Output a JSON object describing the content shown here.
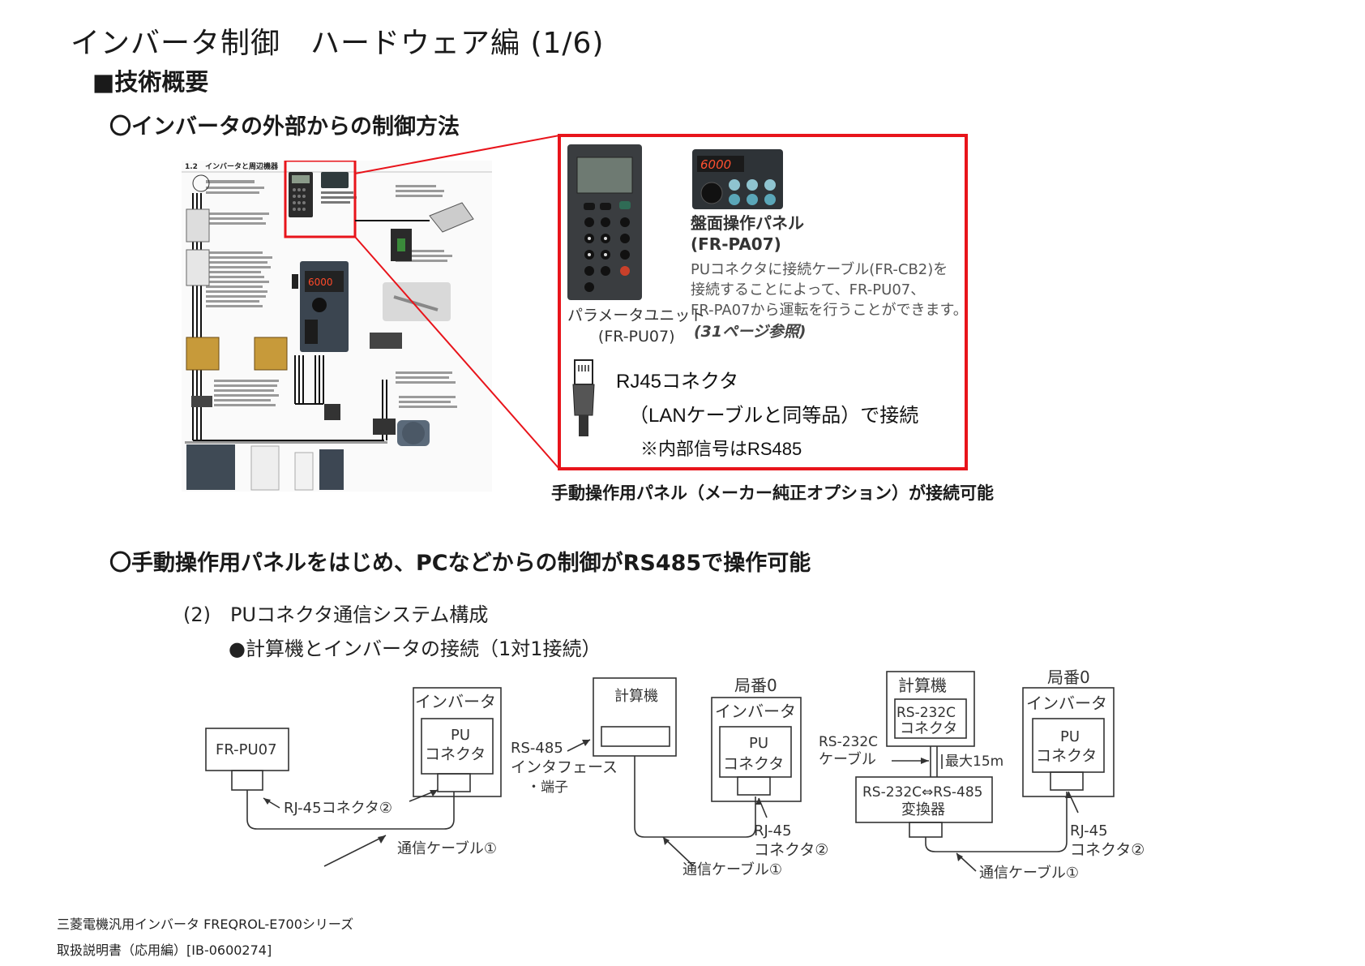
{
  "title": "インバータ制御　ハードウェア編 (1/6)",
  "section_heading": "■技術概要",
  "subheading_1": "〇インバータの外部からの制御方法",
  "subheading_2": "〇手動操作用パネルをはじめ、PCなどからの制御がRS485で操作可能",
  "manual_figure": {
    "header": "1.2　インバータと周辺機器",
    "parameter_unit_display": "6000"
  },
  "detail": {
    "pa07_display": "6000",
    "pu07_label_line1": "パラメータユニット",
    "pu07_label_line2": "(FR-PU07)",
    "pa07_title_line1": "盤面操作パネル",
    "pa07_title_line2": "(FR-PA07)",
    "pa07_desc_line1": "PUコネクタに接続ケーブル(FR-CB2)を",
    "pa07_desc_line2": "接続することによって、FR-PU07、",
    "pa07_desc_line3": "FR-PA07から運転を行うことができます。",
    "pa07_ref": "(31ページ参照)",
    "rj45_title": "RJ45コネクタ",
    "rj45_cable": "（LANケーブルと同等品）で接続",
    "rj45_signal": "※内部信号はRS485"
  },
  "panel_caption": "手動操作用パネル（メーカー純正オプション）が接続可能",
  "system_config": {
    "title": "(2)　PUコネクタ通信システム構成",
    "subtitle": "●計算機とインバータの接続（1対1接続）",
    "d1": {
      "device": "FR-PU07",
      "inverter": "インバータ",
      "pu": "PU",
      "connector": "コネクタ",
      "rj45": "RJ-45コネクタ②",
      "cable": "通信ケーブル①"
    },
    "d2": {
      "computer": "計算機",
      "station": "局番0",
      "inverter": "インバータ",
      "pu": "PU",
      "connector": "コネクタ",
      "rs485_line1": "RS-485",
      "rs485_line2": "インタフェース",
      "rs485_line3": "・端子",
      "rj45_line1": "RJ-45",
      "rj45_line2": "コネクタ②",
      "cable": "通信ケーブル①"
    },
    "d3": {
      "computer": "計算機",
      "rs232c": "RS-232C",
      "connector_label": "コネクタ",
      "cable232_line1": "RS-232C",
      "cable232_line2": "ケーブル",
      "maxlen": "最大15m",
      "converter_line1": "RS-232C⇔RS-485",
      "converter_line2": "変換器",
      "station": "局番0",
      "inverter": "インバータ",
      "pu": "PU",
      "connector": "コネクタ",
      "rj45_line1": "RJ-45",
      "rj45_line2": "コネクタ②",
      "cable": "通信ケーブル①"
    }
  },
  "footer_line1": "三菱電機汎用インバータ FREQROL-E700シリーズ",
  "footer_line2": "取扱説明書（応用編）[IB-0600274]",
  "colors": {
    "highlight_red": "#e8141b",
    "text": "#1a1a1a",
    "diagram_line": "#333333"
  }
}
